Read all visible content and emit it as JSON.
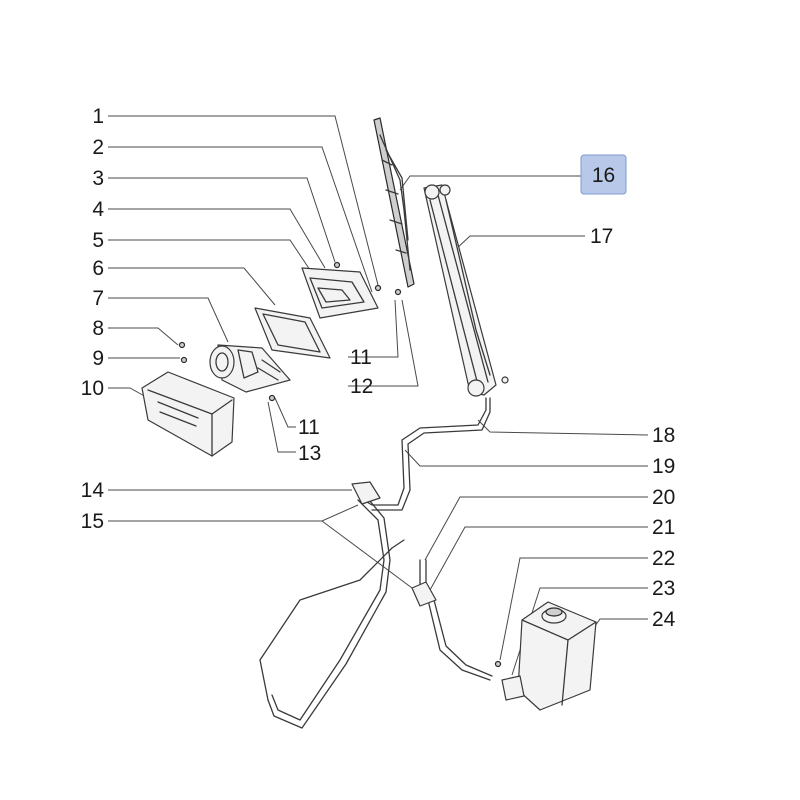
{
  "diagram": {
    "callouts": [
      {
        "id": "c1",
        "label": "1"
      },
      {
        "id": "c2",
        "label": "2"
      },
      {
        "id": "c3",
        "label": "3"
      },
      {
        "id": "c4",
        "label": "4"
      },
      {
        "id": "c5",
        "label": "5"
      },
      {
        "id": "c6",
        "label": "6"
      },
      {
        "id": "c7",
        "label": "7"
      },
      {
        "id": "c8",
        "label": "8"
      },
      {
        "id": "c9",
        "label": "9"
      },
      {
        "id": "c10",
        "label": "10"
      },
      {
        "id": "c11a",
        "label": "11"
      },
      {
        "id": "c11b",
        "label": "11"
      },
      {
        "id": "c12",
        "label": "12"
      },
      {
        "id": "c13",
        "label": "13"
      },
      {
        "id": "c14",
        "label": "14"
      },
      {
        "id": "c15",
        "label": "15"
      },
      {
        "id": "c16",
        "label": "16"
      },
      {
        "id": "c17",
        "label": "17"
      },
      {
        "id": "c18",
        "label": "18"
      },
      {
        "id": "c19",
        "label": "19"
      },
      {
        "id": "c20",
        "label": "20"
      },
      {
        "id": "c21",
        "label": "21"
      },
      {
        "id": "c22",
        "label": "22"
      },
      {
        "id": "c23",
        "label": "23"
      },
      {
        "id": "c24",
        "label": "24"
      }
    ],
    "highlighted_callout": "16",
    "colors": {
      "highlight_fill": "#b8c8e8",
      "highlight_border": "#7f99cf",
      "line": "#3a3a3a"
    }
  }
}
